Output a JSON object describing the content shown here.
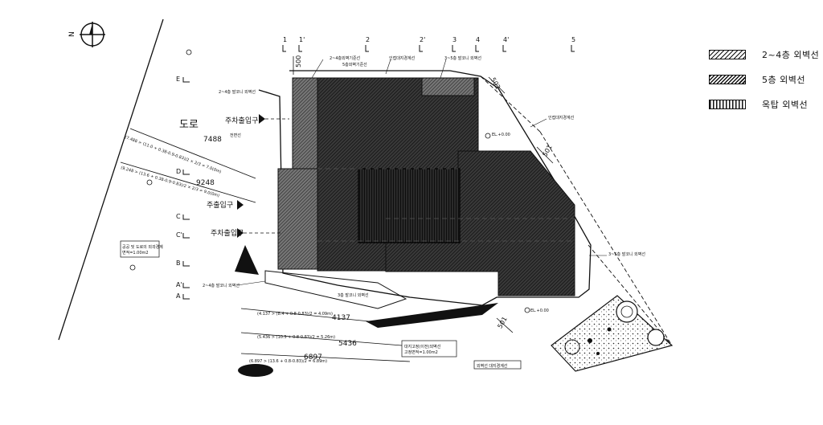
{
  "road_label": "도로",
  "grid_labels": {
    "columns": [
      "1",
      "1'",
      "2",
      "2'",
      "3",
      "4",
      "4'",
      "5"
    ],
    "rows": [
      "E",
      "D",
      "C",
      "C'",
      "B",
      "A'",
      "A"
    ]
  },
  "legend": [
    {
      "label": "2~4층 외벽선",
      "pattern": "diagonal-light"
    },
    {
      "label": "5층 외벽선",
      "pattern": "diagonal-dense"
    },
    {
      "label": "옥탑 외벽선",
      "pattern": "vertical"
    }
  ],
  "entrance_labels": {
    "parking_entrance_top": "주차출입구",
    "main_entrance": "주출입구",
    "parking_entrance_mid": "주차출입구"
  },
  "dimensions": {
    "d_7488": "7488",
    "d_9248": "9248",
    "d_4137": "4137",
    "d_5436": "5436",
    "d_6897": "6897",
    "d_500_top": "500",
    "d_502": "502",
    "d_501_right": "501",
    "d_501_bottom": "501"
  },
  "formulas": {
    "f1": "(7.488 > (11.0 + 0.38-0.9-0.83)/2 × 2/3 = 7.0(0m)",
    "f2": "(9.248 > (13.6 + 0.38-0.9-0.83)/2 × 2/3 = 9.0(0m)",
    "f3": "(4.137 > (8.4 + 0.8-0.83)/2 = 4.09m)",
    "f4": "(5.436 > (10.5 + 0.8-0.83)/2 = 5.26m)",
    "f5": "(6.897 > (13.6 + 0.8-0.83)/2 = 6.89m)"
  },
  "small_notes": {
    "n1": "2~4층외벽기준선",
    "n2": "5층외벽기준선",
    "n3": "인접대지경계선",
    "n4": "3~5층 발코니 외벽선",
    "n5": "2~4층 발코니 외벽선",
    "n6": "인접대지경계선",
    "n7": "전면선",
    "n8": "3~5층 발코니 외벽선",
    "n9": "2~4층 발코니 외벽선",
    "n10": "3층 발코니 외벽선",
    "n11": "공공 및 도로의 외곽경계",
    "n12": "면적=1.00m2",
    "n13": "대지고정(이전)외벽선",
    "n14": "고정면적=1.00m2",
    "n15": "외벽선 대지경계선",
    "n16": "EL.+0.00",
    "n17": "EL.+0.00"
  }
}
